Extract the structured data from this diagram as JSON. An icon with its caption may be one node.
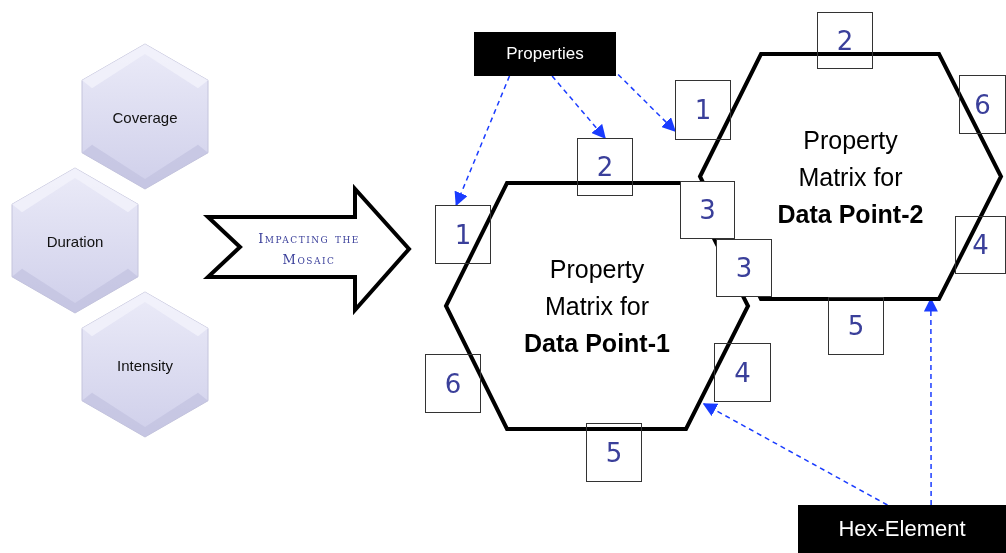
{
  "diagram": {
    "nodes": [
      {
        "text": [
          "Coverage"
        ]
      },
      {
        "text": [
          "Duration"
        ]
      },
      {
        "text": [
          "Intensity"
        ]
      },
      {
        "text": [
          "Impacting the Mosaic"
        ]
      },
      {
        "text": [
          "Properties"
        ]
      },
      {
        "text": [
          "Property Matrix for **Data Point-1**"
        ]
      },
      {
        "text": [
          "Property Matrix for **Data Point-2**"
        ]
      },
      {
        "text": [
          "1"
        ]
      },
      {
        "text": [
          "2"
        ]
      },
      {
        "text": [
          "3"
        ]
      },
      {
        "text": [
          "4"
        ]
      },
      {
        "text": [
          "5"
        ]
      },
      {
        "text": [
          "6"
        ]
      },
      {
        "text": [
          "1"
        ]
      },
      {
        "text": [
          "2"
        ]
      },
      {
        "text": [
          "3"
        ]
      },
      {
        "text": [
          "4"
        ]
      },
      {
        "text": [
          "5"
        ]
      },
      {
        "text": [
          "6"
        ]
      },
      {
        "text": [
          "Hex-Element"
        ]
      }
    ],
    "edges": [
      {
        "from": 4,
        "to": 7,
        "arrow": "to",
        "style": "dashed"
      },
      {
        "from": 4,
        "to": 8,
        "arrow": "to",
        "style": "dashed"
      },
      {
        "from": 4,
        "to": 13,
        "arrow": "to",
        "style": "dashed"
      },
      {
        "from": 19,
        "to": 5,
        "arrow": "to",
        "style": "dashed"
      },
      {
        "from": 19,
        "to": 6,
        "arrow": "to",
        "style": "dashed"
      }
    ]
  }
}
